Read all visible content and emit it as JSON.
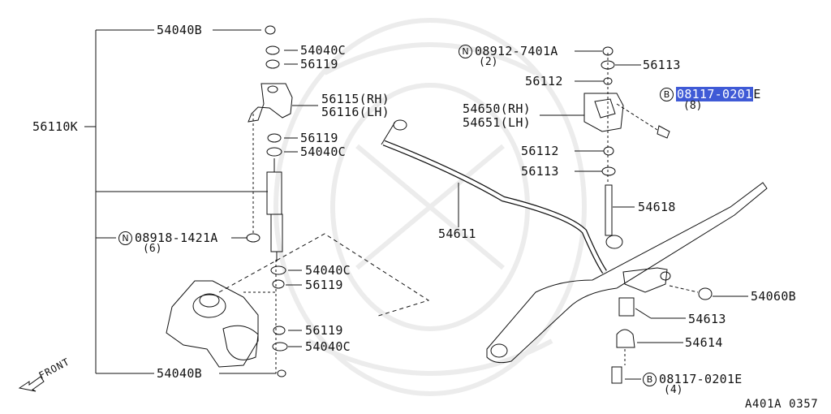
{
  "labels": {
    "p56110K": "56110K",
    "p54040B_top": "54040B",
    "p54040C_1": "54040C",
    "p56119_1": "56119",
    "p56115": "56115(RH)",
    "p56116": "56116(LH)",
    "p56119_2": "56119",
    "p54040C_2": "54040C",
    "p08918": "08918-1421A",
    "p08918_qty": "(6)",
    "p54040C_3": "54040C",
    "p56119_3": "56119",
    "p56119_4": "56119",
    "p54040C_4": "54040C",
    "p54040B_bot": "54040B",
    "p08912": "08912-7401A",
    "p08912_qty": "(2)",
    "p56113_top": "56113",
    "p56112_top": "56112",
    "p54650": "54650(RH)",
    "p54651": "54651(LH)",
    "p08117_top_a": "08117-0201",
    "p08117_top_b": "E",
    "p08117_top_qty": "(8)",
    "p56112_bot": "56112",
    "p56113_bot": "56113",
    "p54618": "54618",
    "p54611": "54611",
    "p54060B": "54060B",
    "p54613": "54613",
    "p54614": "54614",
    "p08117_bot": "08117-0201E",
    "p08117_bot_qty": "(4)"
  },
  "markers": {
    "nut": "N",
    "bolt": "B"
  },
  "front_label": "FRONT",
  "diagram_code": "A401A 0357",
  "colors": {
    "highlight": "#3f5ad6",
    "ink": "#111111",
    "watermark": "#ececec"
  }
}
